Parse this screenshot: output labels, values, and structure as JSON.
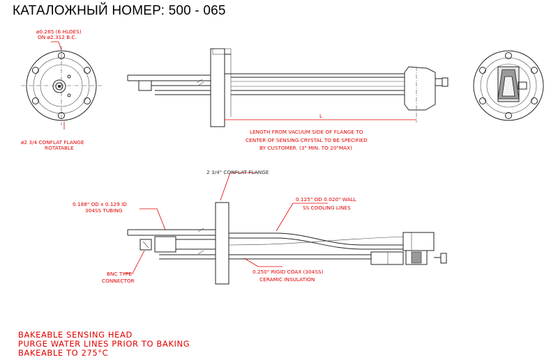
{
  "title": "КАТАЛОЖНЫЙ НОМЕР: 500 - 065",
  "labels": {
    "holes_line1": "ø0.265 (6 HLOES)",
    "holes_line2": "ON ø2.312 B.C.",
    "flange_rot_line1": "ø2 3/4 CONFLAT FLANGE",
    "flange_rot_line2": "ROTATABLE",
    "length_symbol": "L",
    "length_line1": "LENGTH FROM VACUUM SIDE OF FLANGE TO",
    "length_line2": "CENTER OF SENSING CRYSTAL TO BE SPECIFIED",
    "length_line3": "BY CUSTOMER. (3\" MIN. TO 20\"MAX)",
    "conflat_flange": "2 3/4\" CONFLAT FLANGE",
    "tubing_line1": "0.188\" OD x 0.129 ID",
    "tubing_line2": "304SS TUBING",
    "cooling_line1": "0.125\" OD 0.020\" WALL",
    "cooling_line2": "SS COOLING LINES",
    "bnc_line1": "BNC TYPE",
    "bnc_line2": "CONNECTOR",
    "coax_line1": "0.250\" RIGID COAX (304SS)",
    "coax_line2": "CERAMIC INSULATION"
  },
  "notes": [
    "BAKEABLE SENSING HEAD",
    "PURGE WATER LINES PRIOR TO BAKING",
    "BAKEABLE TO 275°C"
  ],
  "colors": {
    "annotation": "#e00000",
    "drawing": "#222222"
  }
}
